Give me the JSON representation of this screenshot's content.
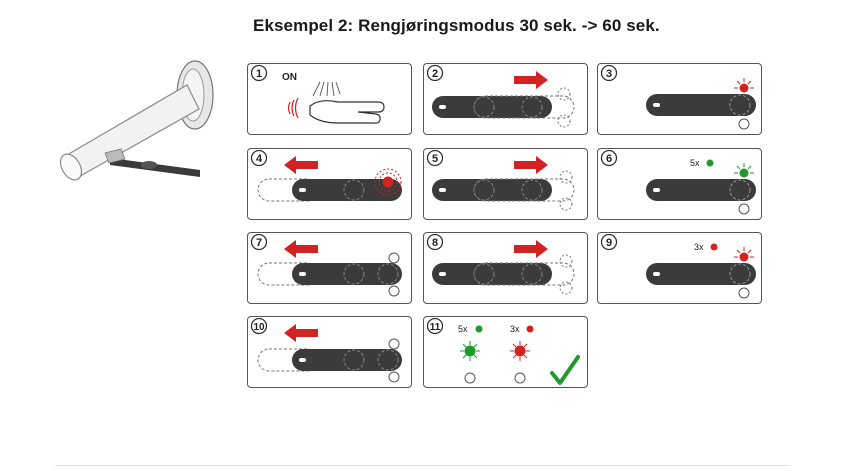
{
  "title": "Eksempel 2: Rengjøringsmodus 30 sek. -> 60 sek.",
  "accent_red": "#d32222",
  "accent_green": "#1f9a2b",
  "steps": [
    {
      "n": "1",
      "on": "ON"
    },
    {
      "n": "2"
    },
    {
      "n": "3"
    },
    {
      "n": "4"
    },
    {
      "n": "5"
    },
    {
      "n": "6",
      "count": "5x"
    },
    {
      "n": "7"
    },
    {
      "n": "8"
    },
    {
      "n": "9",
      "count": "3x"
    },
    {
      "n": "10"
    },
    {
      "n": "11",
      "green_count": "5x",
      "red_count": "3x"
    }
  ]
}
